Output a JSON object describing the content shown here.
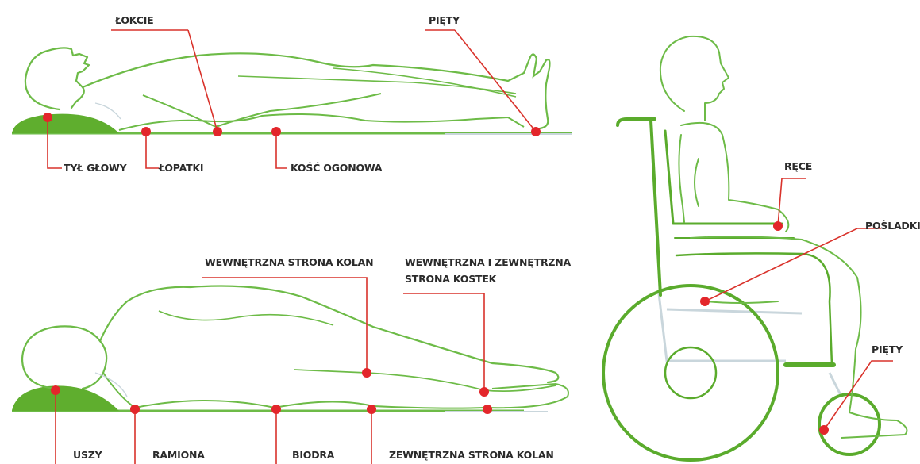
{
  "colors": {
    "body_outline": "#6dbb47",
    "mattress": "#5fae2e",
    "leader_line": "#d9322b",
    "pressure_point": "#e3262b",
    "chair_frame": "#5aab2c",
    "chair_shadow": "#c9d6dc",
    "text": "#2b2b2b"
  },
  "panels": {
    "supine": {
      "labels": {
        "elbows": "ŁOKCIE",
        "heels": "PIĘTY",
        "back_of_head": "TYŁ GŁOWY",
        "shoulder_blades": "ŁOPATKI",
        "tailbone": "KOŚĆ OGONOWA"
      }
    },
    "side_lying": {
      "labels": {
        "inner_knees": "WEWNĘTRZNA STRONA KOLAN",
        "ankles_line1": "WEWNĘTRZNA I ZEWNĘTRZNA",
        "ankles_line2": "STRONA KOSTEK",
        "ears": "USZY",
        "shoulders": "RAMIONA",
        "hips": "BIODRA",
        "outer_knees": "ZEWNĘTRZNA STRONA KOLAN"
      }
    },
    "wheelchair": {
      "labels": {
        "hands": "RĘCE",
        "buttocks": "POŚLADKI",
        "heels": "PIĘTY"
      }
    }
  }
}
